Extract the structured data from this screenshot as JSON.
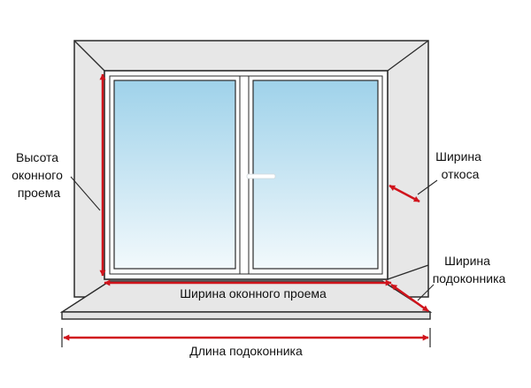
{
  "labels": {
    "opening_height": [
      "Высота",
      "оконного",
      "проема"
    ],
    "slope_width": [
      "Ширина",
      "откоса"
    ],
    "sill_width": [
      "Ширина",
      "подоконника"
    ],
    "opening_width": "Ширина оконного проема",
    "sill_length": "Длина подоконника"
  },
  "colors": {
    "measure": "#d0141c",
    "outline": "#2a2a2a",
    "wall": "#e7e7e7",
    "frame": "#ffffff",
    "glass_top": "#9fd2ea",
    "glass_bottom": "#f2f9fc"
  }
}
